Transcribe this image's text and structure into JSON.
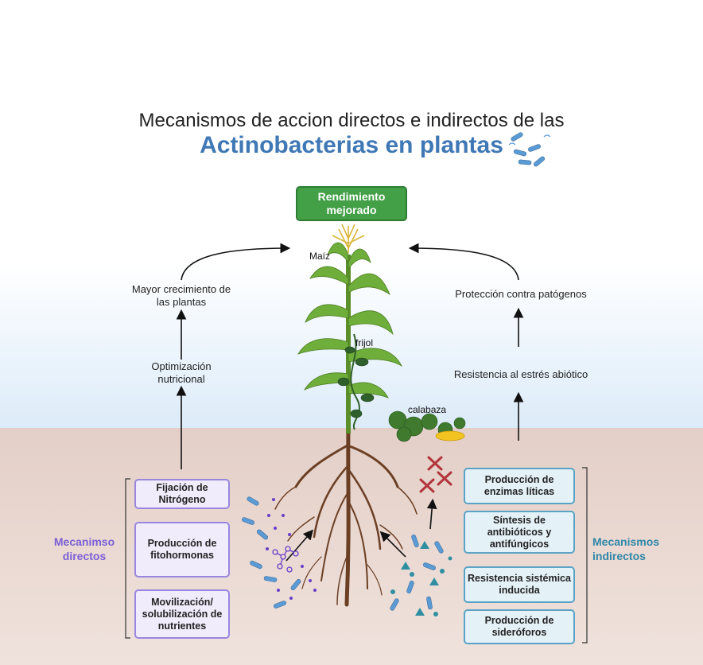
{
  "title": {
    "line1": "Mecanismos de accion directos e indirectos de las",
    "line2": "Actinobacterias en plantas"
  },
  "center": {
    "yield": "Rendimiento mejorado",
    "plants": {
      "corn": "Maíz",
      "bean": "frijol",
      "squash": "calabaza"
    }
  },
  "left_path": {
    "top": "Mayor crecimiento de las plantas",
    "middle": "Optimización nutricional"
  },
  "right_path": {
    "top": "Protección contra patógenos",
    "middle": "Resistencia al estrés abiótico"
  },
  "direct": {
    "label": "Mecanimso directos",
    "items": [
      "Fijación de Nitrógeno",
      "Producción de fitohormonas",
      "Movilización/ solubilización de nutrientes"
    ]
  },
  "indirect": {
    "label": "Mecanismos indirectos",
    "items": [
      "Producción de enzimas líticas",
      "Síntesis de antibióticos y antifúngicos",
      "Resistencia sistémica inducida",
      "Producción de sideróforos"
    ]
  },
  "colors": {
    "title_accent": "#3f78b5",
    "yield_green": "#43a047",
    "direct_purple": "#7b5fd6",
    "indirect_teal": "#2f86a8",
    "bacteria_blue": "#5b9bd5",
    "pathogen_red": "#b3343c"
  },
  "icons": [
    "bacteria-icon",
    "corn-plant-icon",
    "bean-vine-icon",
    "squash-icon",
    "root-system-icon",
    "pathogen-x-icon",
    "hormone-molecule-icon"
  ]
}
